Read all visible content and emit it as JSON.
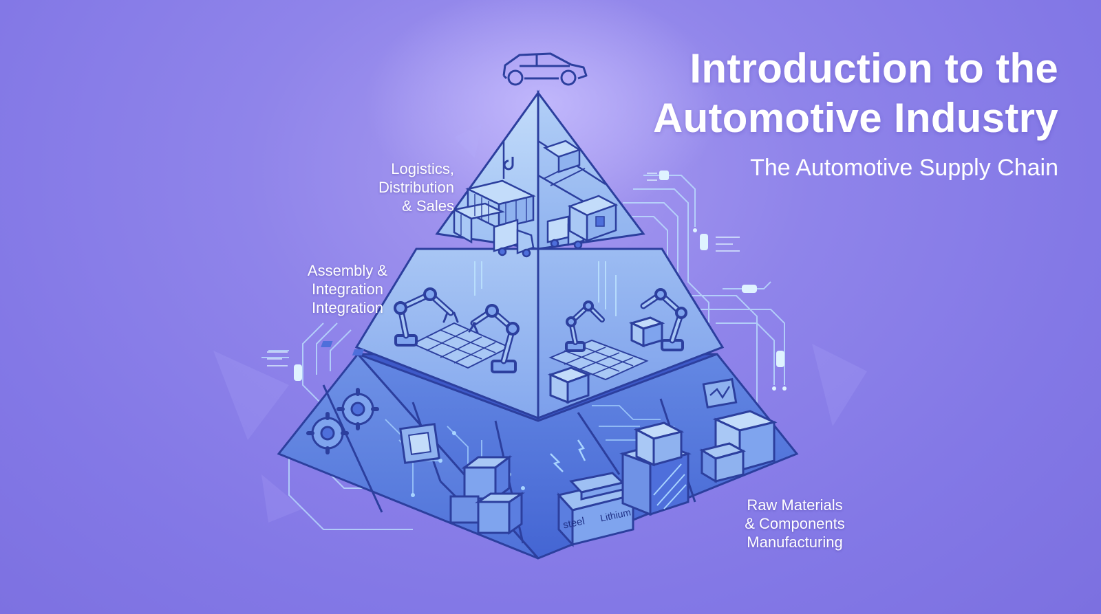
{
  "header": {
    "title_lines": [
      "Introduction to the",
      "Automotive Industry"
    ],
    "subtitle": "The Automotive Supply Chain"
  },
  "tiers": {
    "top": {
      "lines": [
        "Logistics,",
        "Distribution",
        "& Sales"
      ]
    },
    "middle": {
      "lines": [
        "Assembly &",
        "Integration",
        "Integration"
      ]
    },
    "bottom": {
      "lines": [
        "Raw Materials",
        "& Components",
        "Manufacturing"
      ]
    }
  },
  "materials": {
    "steel": "steel",
    "lithium": "Lithium"
  },
  "icons": [
    "car-icon",
    "shipping-container-icon",
    "truck-icon",
    "warehouse-icon",
    "robot-arm-icon",
    "gear-icon",
    "microchip-icon",
    "box-icon",
    "circuit-trace-icon",
    "lightning-icon"
  ],
  "colors": {
    "background": "#8a7fe8",
    "pyramid_light": "#a9c8f5",
    "pyramid_mid": "#7fa4ee",
    "pyramid_dark": "#4e6fdb",
    "line": "#2c3f9e",
    "circuit_glow": "#bfe6ff"
  }
}
